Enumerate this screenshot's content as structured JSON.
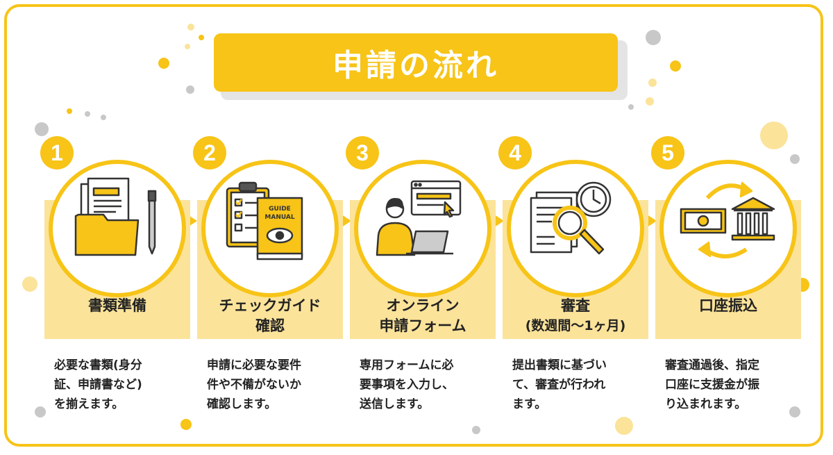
{
  "title": "申請の流れ",
  "colors": {
    "accent": "#f7c417",
    "panel": "#fbe39a",
    "text": "#222222",
    "dot_gray": "#c8c8c8"
  },
  "steps": [
    {
      "number": "1",
      "title_line1": "書類準備",
      "icon": "document-folder-pen-icon",
      "desc_lines": [
        "必要な書類(身分",
        "証、申請書など)",
        "を揃えます。"
      ]
    },
    {
      "number": "2",
      "title_line1": "チェックガイド",
      "title_line2": "確認",
      "icon": "checklist-guide-manual-icon",
      "icon_text_1": "GUIDE",
      "icon_text_2": "MANUAL",
      "desc_lines": [
        "申請に必要な要件",
        "件や不備がないか",
        "確認します。"
      ]
    },
    {
      "number": "3",
      "title_line1": "オンライン",
      "title_line2": "申請フォーム",
      "icon": "person-laptop-form-icon",
      "desc_lines": [
        "専用フォームに必",
        "要事項を入力し、",
        "送信します。"
      ]
    },
    {
      "number": "4",
      "title_line1": "審査",
      "title_sub": "(数週間〜1ヶ月)",
      "icon": "magnifier-document-clock-icon",
      "desc_lines": [
        "提出書類に基づい",
        "て、審査が行われ",
        "ます。"
      ]
    },
    {
      "number": "5",
      "title_line1": "口座振込",
      "icon": "money-bank-transfer-icon",
      "desc_lines": [
        "審査通過後、指定",
        "口座に支援金が振",
        "り込まれます。"
      ]
    }
  ]
}
